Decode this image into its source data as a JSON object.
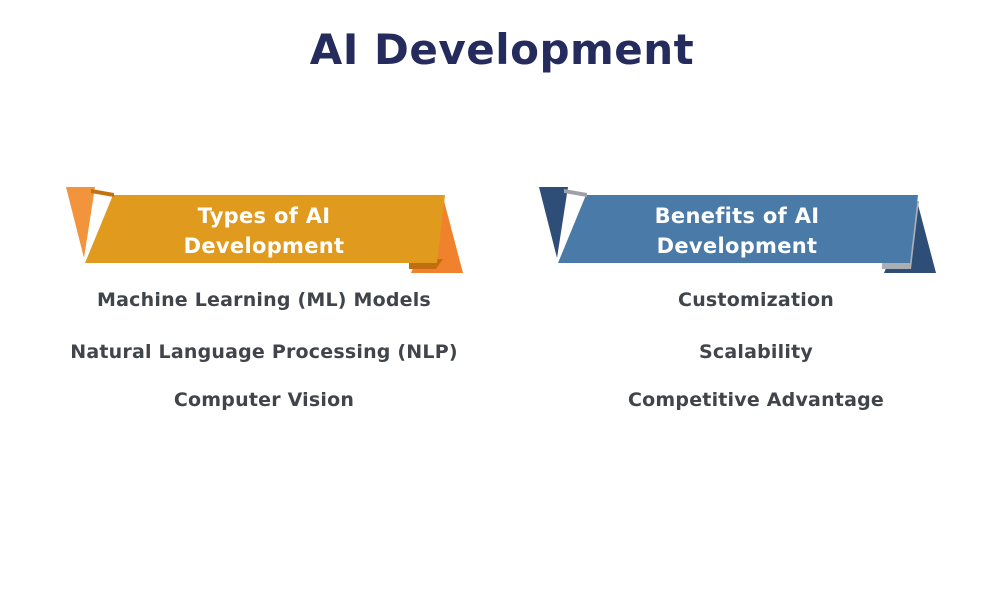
{
  "page": {
    "title": "AI Development",
    "title_color": "#252B5C",
    "background_color": "#FFFFFF",
    "item_text_color": "#40444B"
  },
  "columns": [
    {
      "id": "types",
      "banner": {
        "line1": "Types of AI",
        "line2": "Development",
        "text_color": "#FFFFFF",
        "body_color": "#E09A1E",
        "tail_color": "#F1943C",
        "triangle_color": "#F0822D",
        "fold_color": "#C26E10",
        "wedge_color": "#C4720F"
      },
      "items": [
        "Machine Learning (ML) Models",
        "Natural Language Processing (NLP)",
        "Computer Vision"
      ]
    },
    {
      "id": "benefits",
      "banner": {
        "line1": "Benefits of AI",
        "line2": "Development",
        "text_color": "#FFFFFF",
        "body_color": "#4A7AA8",
        "tail_color": "#2F4E77",
        "triangle_color": "#2F4E77",
        "fold_color": "#ABAEB3",
        "wedge_color": "#9EA2A7"
      },
      "items": [
        "Customization",
        "Scalability",
        "Competitive Advantage"
      ]
    }
  ]
}
